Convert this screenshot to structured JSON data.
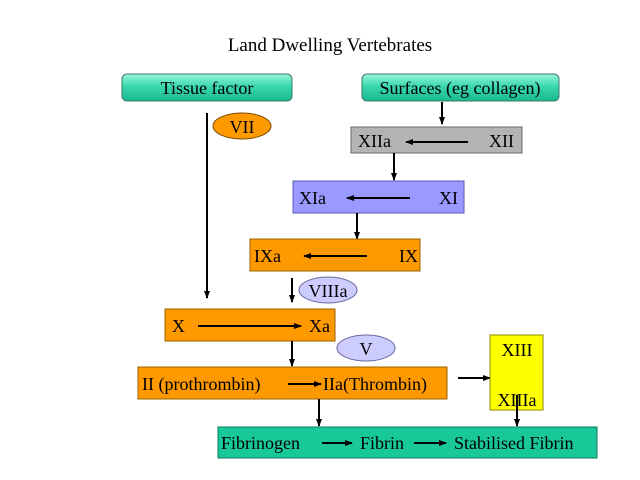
{
  "title": "Land Dwelling Vertebrates",
  "colors": {
    "teal": "#1ec8a0",
    "teal_light": "#8ef0d2",
    "gray": "#b4b4b4",
    "violet": "#9999ff",
    "orange": "#ff9900",
    "lavender": "#ccccff",
    "yellow": "#ffff00",
    "green_box": "#19c898"
  },
  "nodes": {
    "tissue_factor": "Tissue factor",
    "surfaces": "Surfaces (eg collagen)",
    "vii": "VII",
    "xiia": "XIIa",
    "xii": "XII",
    "xia": "XIa",
    "xi": "XI",
    "ixa": "IXa",
    "ix": "IX",
    "viiia": "VIIIa",
    "x": "X",
    "xa": "Xa",
    "v": "V",
    "ii": "II (prothrombin)",
    "iia": "IIa(Thrombin)",
    "xiii": "XIII",
    "xiiia": "XIIIa",
    "fibrinogen": "Fibrinogen",
    "fibrin": "Fibrin",
    "stabilised_fibrin": "Stabilised Fibrin"
  }
}
